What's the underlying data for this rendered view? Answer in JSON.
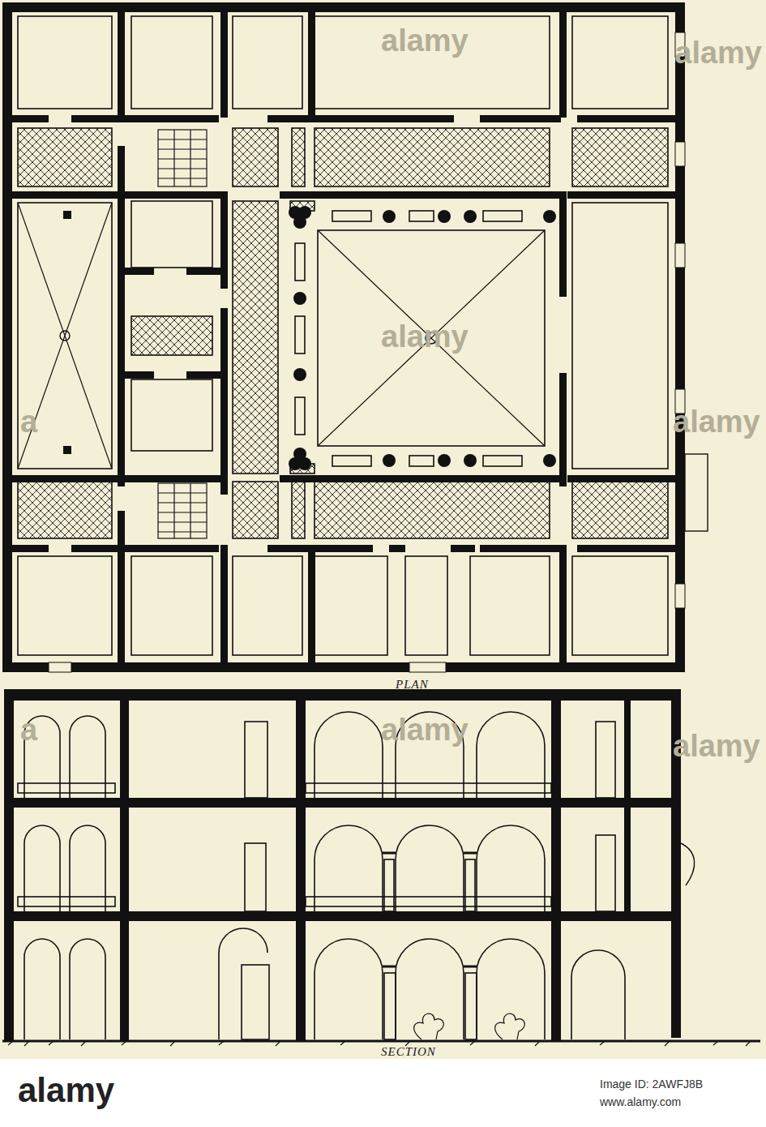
{
  "diagram": {
    "labels": [
      "PLAN",
      "SECTION",
      "alamy",
      "alamy",
      "alamy",
      "alamy",
      "a",
      "alamy",
      "alamy",
      "a",
      "alamy",
      "Image ID: 2AWFJ8B",
      "www.alamy.com"
    ]
  }
}
